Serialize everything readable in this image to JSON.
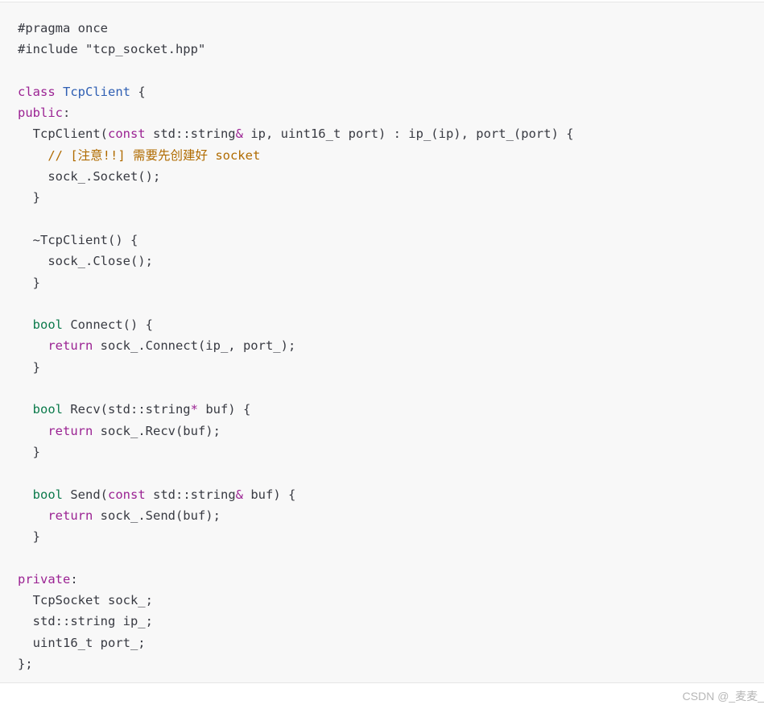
{
  "code_block": {
    "language": "C++",
    "lines": [
      [
        {
          "t": "#pragma once",
          "k": "plain"
        }
      ],
      [
        {
          "t": "#include \"tcp_socket.hpp\"",
          "k": "plain"
        }
      ],
      [],
      [
        {
          "t": "class ",
          "k": "keyword"
        },
        {
          "t": "TcpClient",
          "k": "func"
        },
        {
          "t": " {",
          "k": "plain"
        }
      ],
      [
        {
          "t": "public",
          "k": "keyword"
        },
        {
          "t": ":",
          "k": "plain"
        }
      ],
      [
        {
          "t": "  TcpClient(",
          "k": "plain"
        },
        {
          "t": "const",
          "k": "keyword"
        },
        {
          "t": " std::string",
          "k": "plain"
        },
        {
          "t": "&",
          "k": "op"
        },
        {
          "t": " ip, uint16_t port) : ip_(ip), port_(port) {",
          "k": "plain"
        }
      ],
      [
        {
          "t": "    // [注意!!] 需要先创建好 socket",
          "k": "comment"
        }
      ],
      [
        {
          "t": "    sock_.Socket();",
          "k": "plain"
        }
      ],
      [
        {
          "t": "  }",
          "k": "plain"
        }
      ],
      [],
      [
        {
          "t": "  ~TcpClient() {",
          "k": "plain"
        }
      ],
      [
        {
          "t": "    sock_.Close();",
          "k": "plain"
        }
      ],
      [
        {
          "t": "  }",
          "k": "plain"
        }
      ],
      [],
      [
        {
          "t": "  ",
          "k": "plain"
        },
        {
          "t": "bool",
          "k": "type"
        },
        {
          "t": " Connect() {",
          "k": "plain"
        }
      ],
      [
        {
          "t": "    ",
          "k": "plain"
        },
        {
          "t": "return",
          "k": "keyword"
        },
        {
          "t": " sock_.Connect(ip_, port_);",
          "k": "plain"
        }
      ],
      [
        {
          "t": "  }",
          "k": "plain"
        }
      ],
      [],
      [
        {
          "t": "  ",
          "k": "plain"
        },
        {
          "t": "bool",
          "k": "type"
        },
        {
          "t": " Recv(std::string",
          "k": "plain"
        },
        {
          "t": "*",
          "k": "op"
        },
        {
          "t": " buf) {",
          "k": "plain"
        }
      ],
      [
        {
          "t": "    ",
          "k": "plain"
        },
        {
          "t": "return",
          "k": "keyword"
        },
        {
          "t": " sock_.Recv(buf);",
          "k": "plain"
        }
      ],
      [
        {
          "t": "  }",
          "k": "plain"
        }
      ],
      [],
      [
        {
          "t": "  ",
          "k": "plain"
        },
        {
          "t": "bool",
          "k": "type"
        },
        {
          "t": " Send(",
          "k": "plain"
        },
        {
          "t": "const",
          "k": "keyword"
        },
        {
          "t": " std::string",
          "k": "plain"
        },
        {
          "t": "&",
          "k": "op"
        },
        {
          "t": " buf) {",
          "k": "plain"
        }
      ],
      [
        {
          "t": "    ",
          "k": "plain"
        },
        {
          "t": "return",
          "k": "keyword"
        },
        {
          "t": " sock_.Send(buf);",
          "k": "plain"
        }
      ],
      [
        {
          "t": "  }",
          "k": "plain"
        }
      ],
      [],
      [
        {
          "t": "private",
          "k": "keyword"
        },
        {
          "t": ":",
          "k": "plain"
        }
      ],
      [
        {
          "t": "  TcpSocket sock_;",
          "k": "plain"
        }
      ],
      [
        {
          "t": "  std::string ip_;",
          "k": "plain"
        }
      ],
      [
        {
          "t": "  uint16_t port_;",
          "k": "plain"
        }
      ],
      [
        {
          "t": "};",
          "k": "plain"
        }
      ]
    ]
  },
  "watermark": {
    "text": "CSDN @_麦麦_"
  },
  "colors": {
    "background": "#f8f8f8",
    "keyword": "#9b2393",
    "type": "#0b7a4b",
    "func": "#2f5fb3",
    "comment": "#b06b00",
    "plain": "#383a42"
  }
}
